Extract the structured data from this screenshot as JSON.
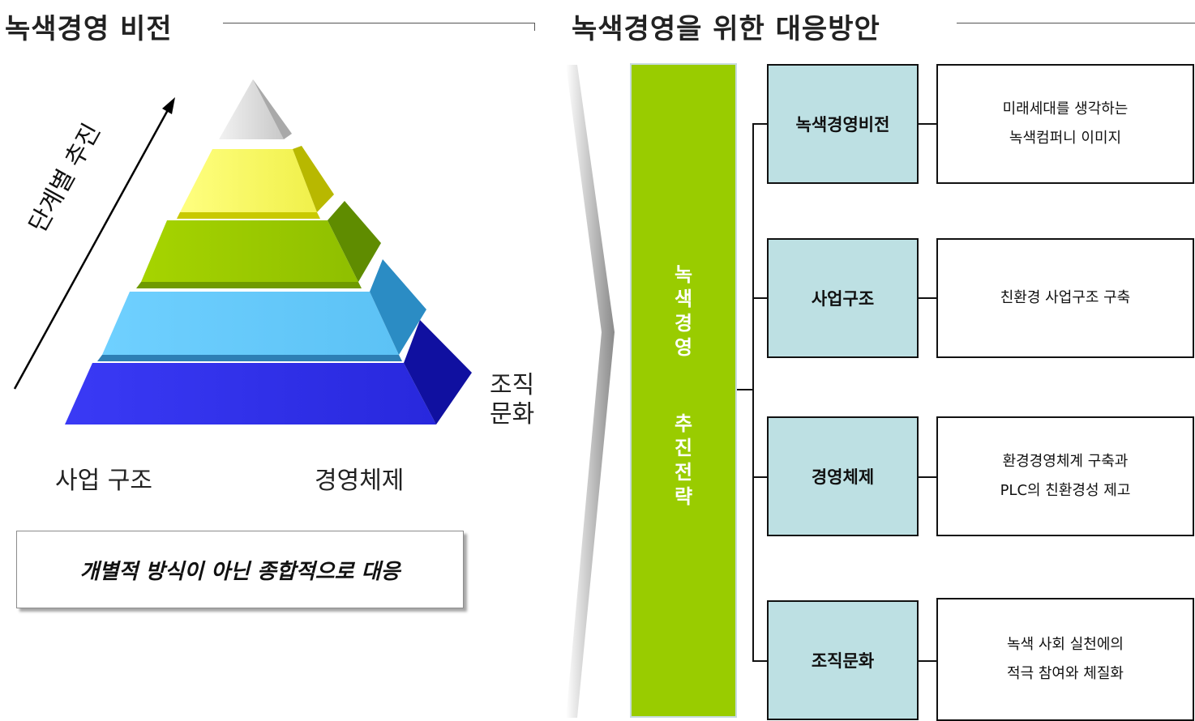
{
  "left": {
    "title": "녹색경영 비전",
    "arrow_label": "단계별 추진",
    "side_label_lines": [
      "조직",
      "문화"
    ],
    "base_left": "사업 구조",
    "base_right": "경영체제",
    "note": "개별적 방식이 아닌 종합적으로 대응",
    "pyramid_colors": {
      "top": "#d9d9d9",
      "tier1": "#ffff66",
      "tier2": "#99cc00",
      "tier3": "#66ccff",
      "tier4": "#3333ee"
    }
  },
  "right": {
    "title": "녹색경영을 위한 대응방안",
    "strategy_chars_top": [
      "녹",
      "색",
      "경",
      "영"
    ],
    "strategy_chars_bottom": [
      "추",
      "진",
      "전",
      "략"
    ],
    "rows": [
      {
        "area": "녹색경영비전",
        "lines": [
          "미래세대를 생각하는",
          "녹색컴퍼니 이미지"
        ]
      },
      {
        "area": "사업구조",
        "lines": [
          "친환경 사업구조 구축"
        ]
      },
      {
        "area": "경영체제",
        "lines": [
          "환경경영체계 구축과",
          "PLC의 친환경성 제고"
        ]
      },
      {
        "area": "조직문화",
        "lines": [
          "녹색 사회 실천에의",
          "적극 참여와 체질화"
        ]
      }
    ]
  }
}
